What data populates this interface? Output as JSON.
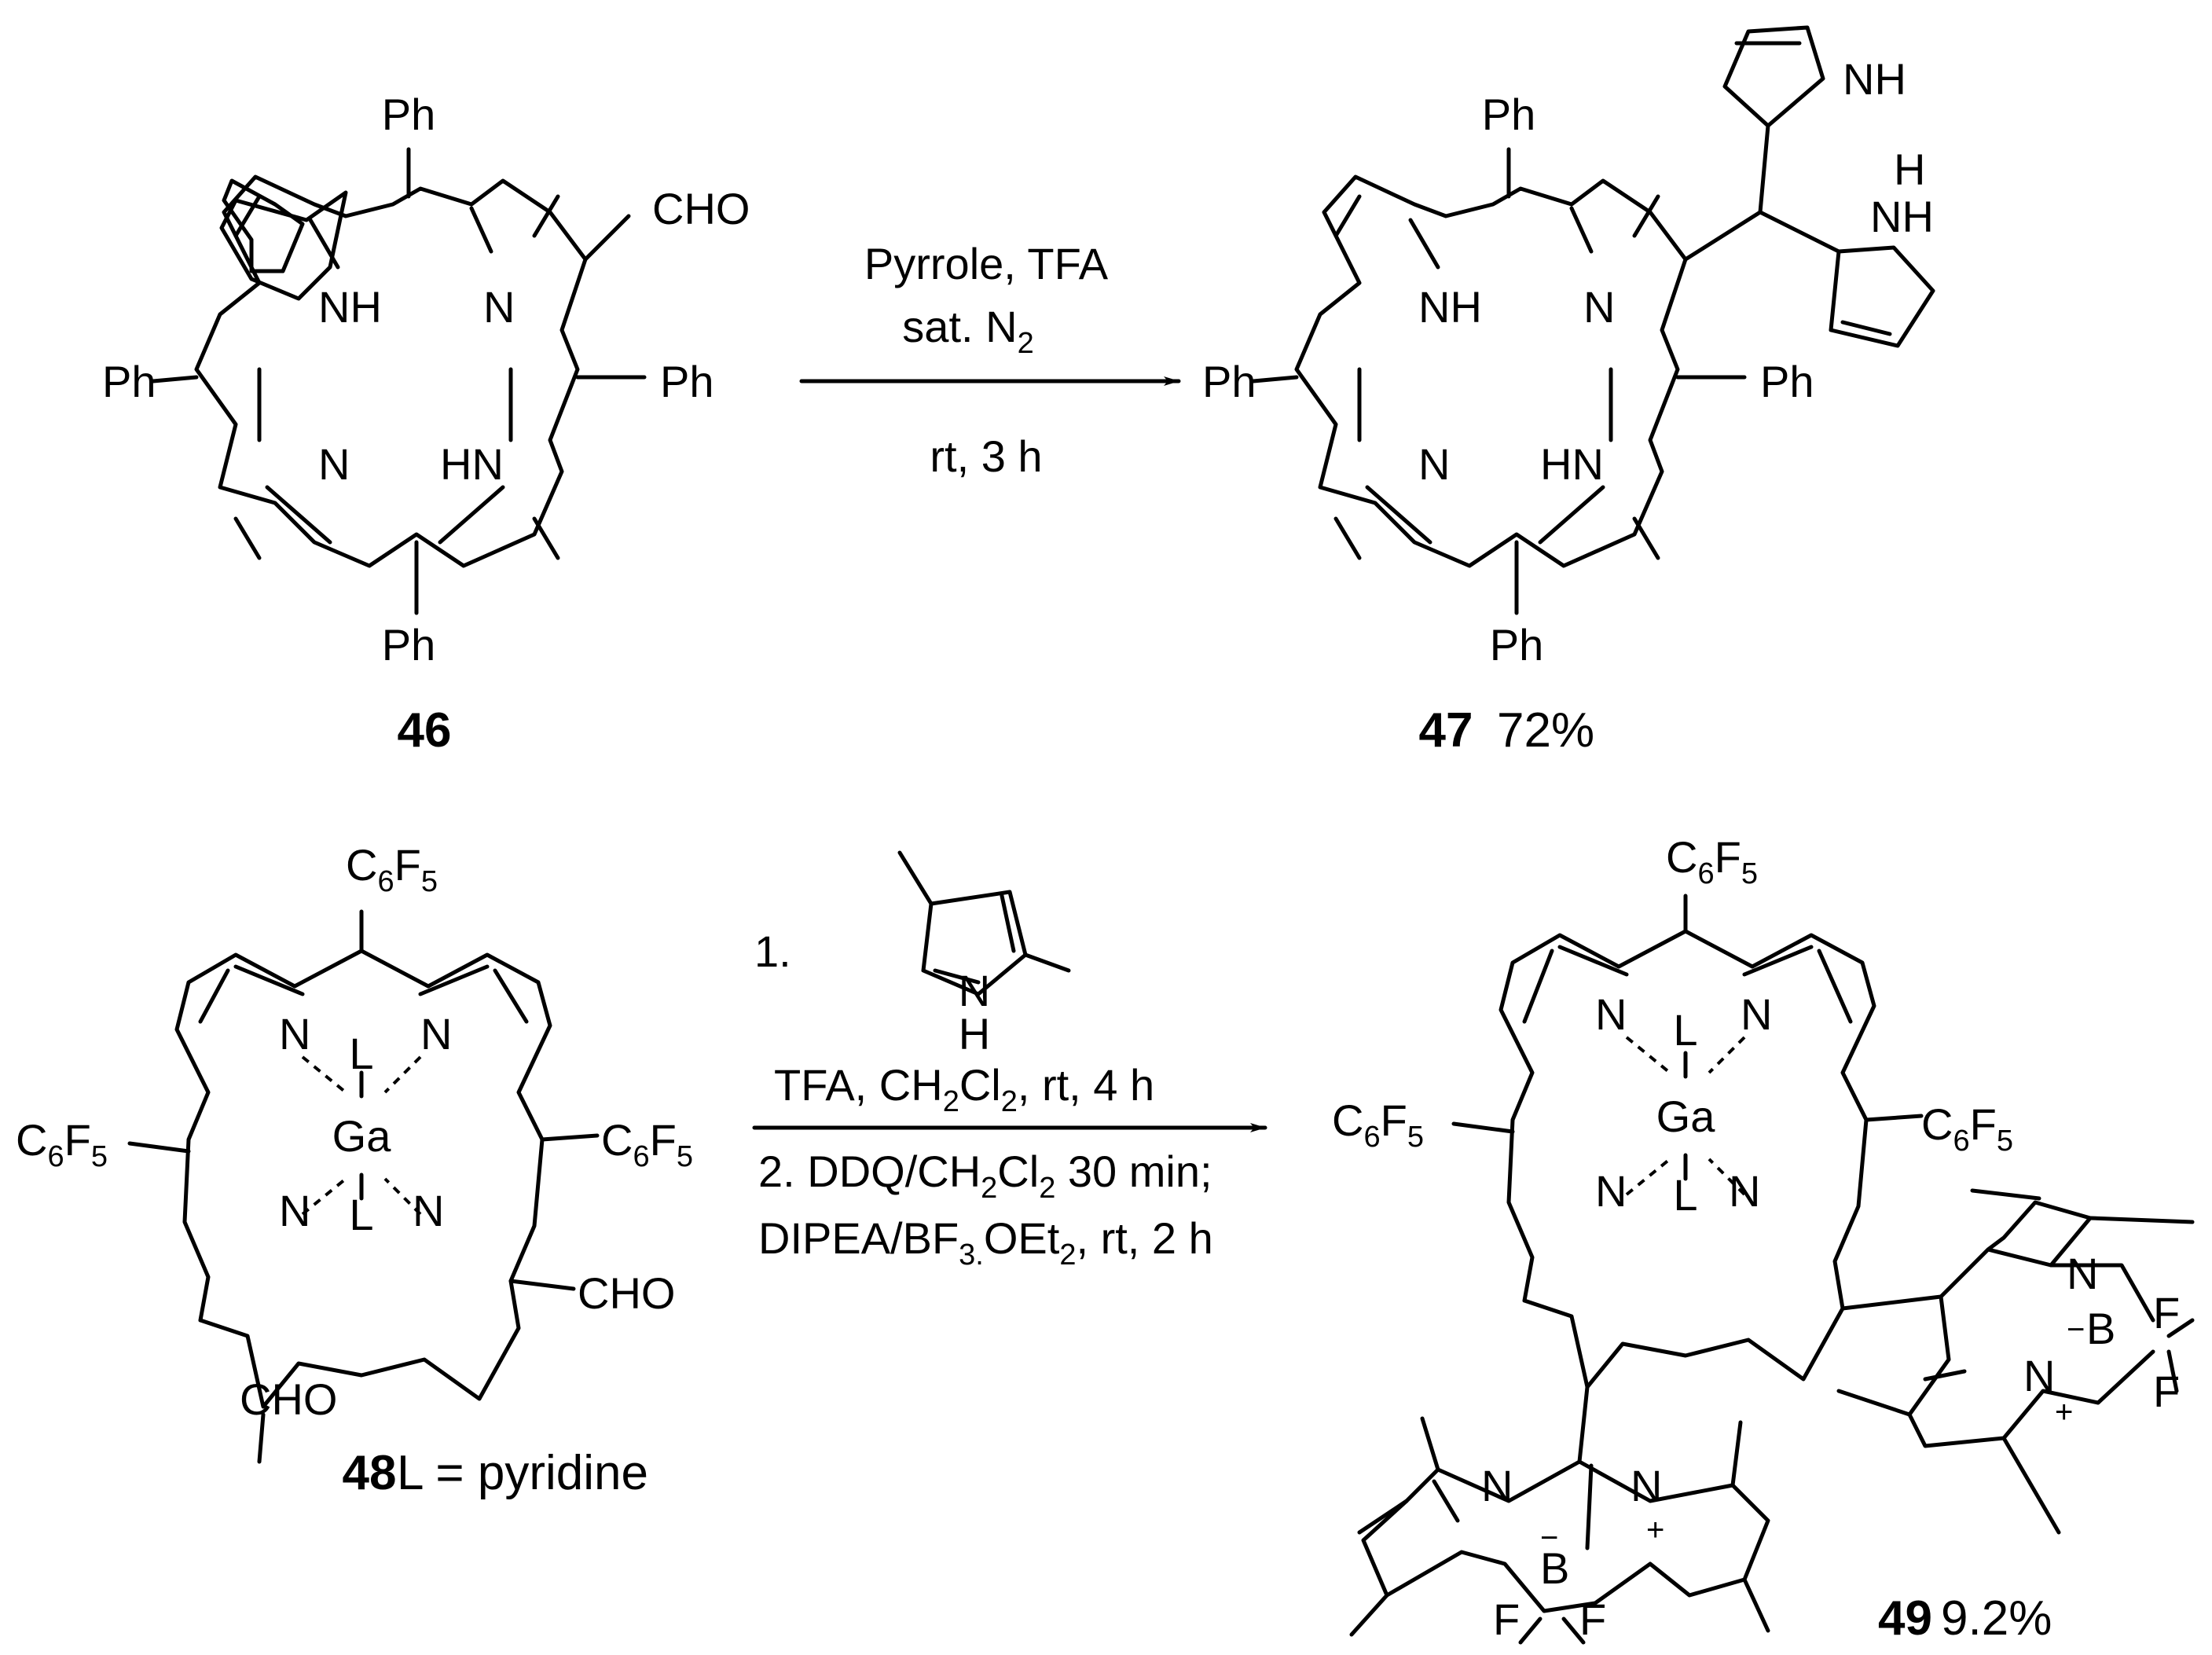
{
  "top_reaction": {
    "conditions": {
      "line1": "Pyrrole, TFA",
      "line2_main": "sat. N",
      "line2_sub": "2",
      "line3": "rt, 3 h"
    },
    "reactant": {
      "label": "46",
      "ph": "Ph",
      "cho": "CHO",
      "nh": "NH",
      "n": "N",
      "hn": "HN"
    },
    "product": {
      "label": "47",
      "yield": "72%",
      "ph": "Ph",
      "nh": "NH",
      "n": "N",
      "hn": "HN",
      "pyrrole_nh": "NH",
      "pyrrole_h": "H"
    }
  },
  "bottom_reaction": {
    "conditions": {
      "step1_num": "1.",
      "step1_pyrrole_n": "N",
      "step1_pyrrole_h": "H",
      "line_tfa": "TFA, CH",
      "line_tfa_sub": "2",
      "line_tfa_cl": "Cl",
      "line_tfa_sub2": "2",
      "line_tfa_rest": ", rt, 4 h",
      "line_ddq": "2. DDQ/CH",
      "line_ddq_sub": "2",
      "line_ddq_cl": "Cl",
      "line_ddq_sub2": "2",
      "line_ddq_rest": " 30 min;",
      "line_dipea": "DIPEA/BF",
      "line_dipea_sub": "3.",
      "line_dipea_oet": "OEt",
      "line_dipea_sub2": "2",
      "line_dipea_rest": ", rt, 2 h"
    },
    "reactant": {
      "label": "48",
      "ligand_note": "L = pyridine",
      "c": "C",
      "c_sub": "6",
      "f": "F",
      "f_sub": "5",
      "ga": "Ga",
      "l": "L",
      "n": "N",
      "cho": "CHO"
    },
    "product": {
      "label": "49",
      "yield": "9.2%",
      "ga": "Ga",
      "l": "L",
      "n": "N",
      "b": "B",
      "f": "F",
      "plus": "+",
      "minus": "−"
    }
  }
}
